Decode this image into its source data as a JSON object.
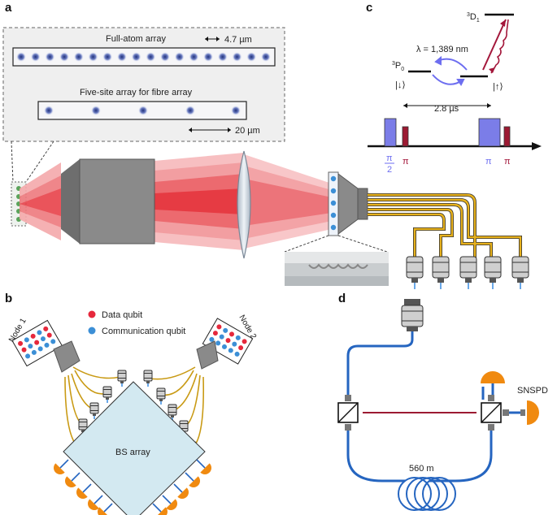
{
  "panels": {
    "a": {
      "letter": "a",
      "full_array_title": "Full-atom array",
      "scale_bar_1": "4.7 µm",
      "five_site_title": "Five-site array for fibre array",
      "scale_bar_2": "20 µm"
    },
    "b": {
      "letter": "b",
      "node1": "Node 1",
      "node2": "Node 2",
      "legend_data": "Data qubit",
      "legend_comm": "Communication qubit",
      "bs_array": "BS array",
      "colors": {
        "data": "#e6283c",
        "comm": "#3c8fd6"
      }
    },
    "c": {
      "letter": "c",
      "upper_level": "3D1",
      "lower_left_level": "3P0",
      "state_down": "|↓⟩",
      "state_up": "|↑⟩",
      "wavelength": "λ = 1,389 nm",
      "duration": "2.8 µs",
      "pulse_pi_half_num": "π",
      "pulse_pi_half_den": "2",
      "pulse_pi": "π"
    },
    "d": {
      "letter": "d",
      "detector": "SNSPD",
      "fibre_length": "560 m"
    }
  },
  "palette": {
    "laser": "#e8242c",
    "fibre_yellow": "#e7b11c",
    "fibre_blue": "#2565c0",
    "detector": "#f08a10",
    "bs_fill": "#d3e9f1",
    "pulse_blue": "#7b7de8",
    "pulse_red": "#9c1a32"
  }
}
